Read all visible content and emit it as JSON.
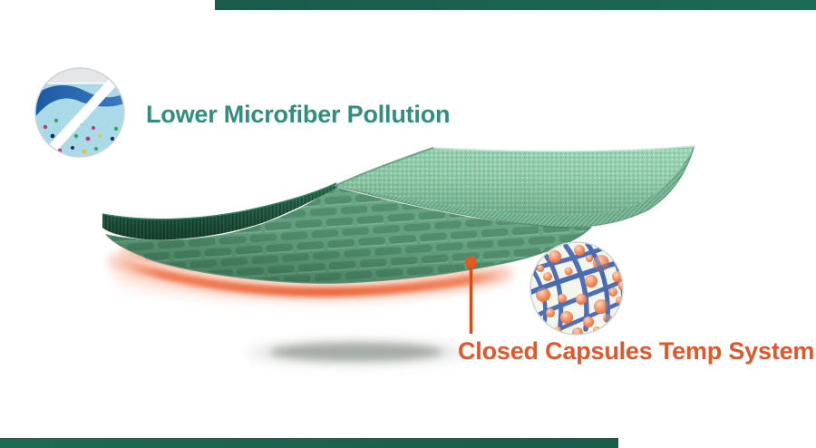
{
  "labels": {
    "lower_microfiber": "Lower Microfiber Pollution",
    "closed_capsules": "Closed Capsules Temp System"
  },
  "icons": {
    "no_microfiber_pollution_icon": "circle with ocean wave, microfiber particles and white prohibition slash",
    "closed_capsules_closeup_icon": "magnified circle of blue fibers with orange closed capsules",
    "connector_dot": "orange callout dot on fabric underside"
  },
  "colors": {
    "teal_text": "#2F8E7D",
    "orange_text": "#E2572A",
    "accent_bar_green": "#1B5F4C",
    "fabric_mint": "#8CCAA9",
    "fabric_mid_green": "#609C7D",
    "fabric_dark_green": "#1C5440",
    "glow_salmon": "#EC7148",
    "fiber_blue": "#4568B0",
    "capsule_orange": "#EC6F41",
    "icon_water_blue": "#AADAE8",
    "icon_wave_blue": "#2A6DB8"
  }
}
